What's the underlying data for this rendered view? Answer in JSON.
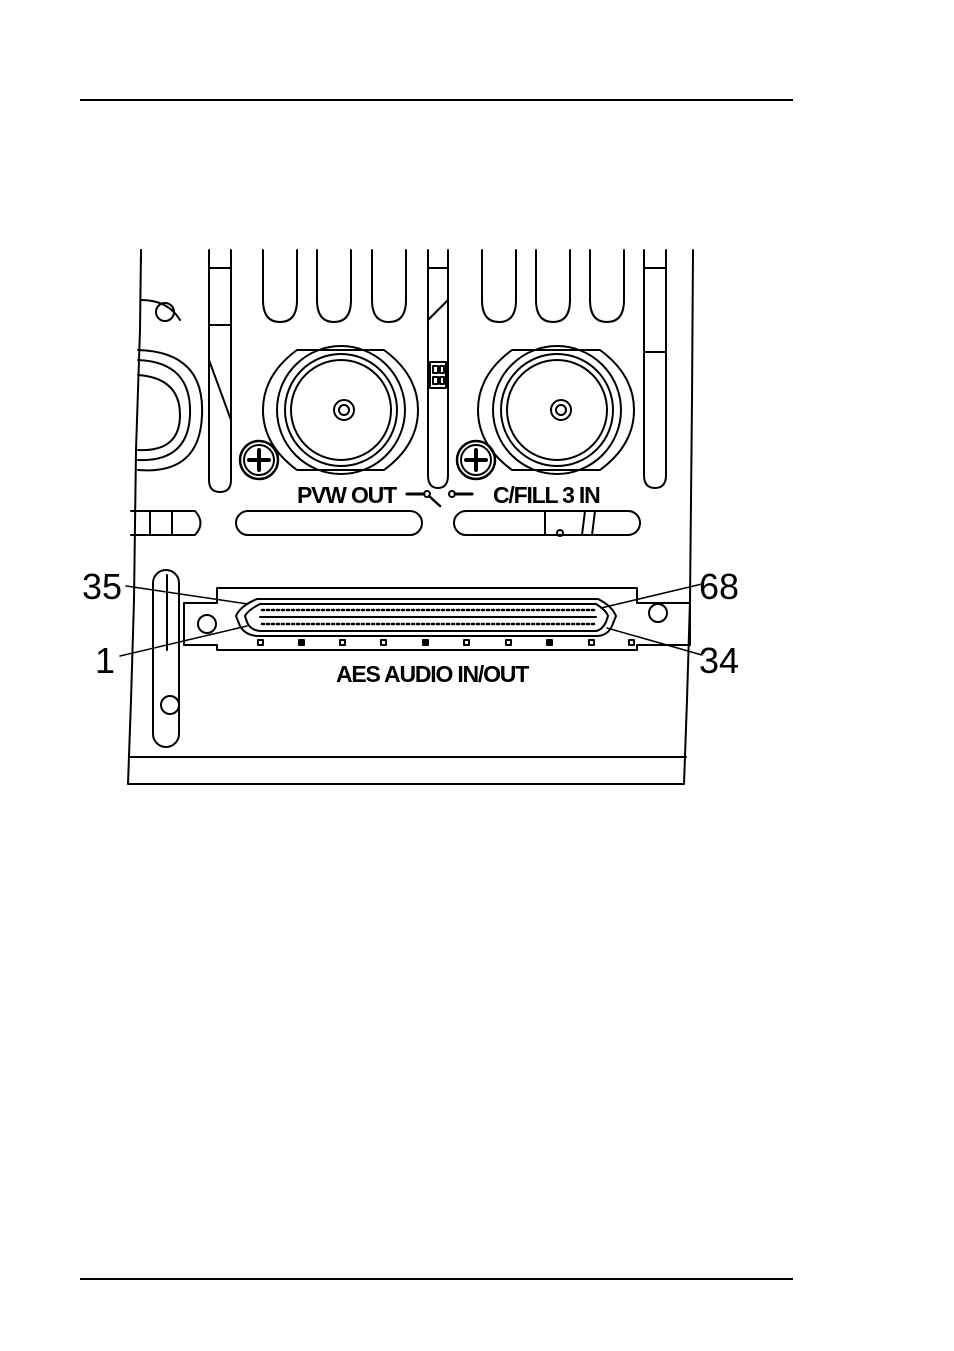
{
  "connector_labels": {
    "pvw_out": "PVW OUT",
    "cfill_in": "C/FILL 3 IN",
    "aes_audio": "AES AUDIO IN/OUT"
  },
  "pin_callouts": {
    "top_left": "35",
    "bottom_left": "1",
    "top_right": "68",
    "bottom_right": "34"
  },
  "icons": {
    "screw": "phillips-screw-icon",
    "switch": "switch-symbol-icon",
    "bnc": "bnc-connector-icon",
    "dsub": "scsi-68-connector-icon"
  }
}
